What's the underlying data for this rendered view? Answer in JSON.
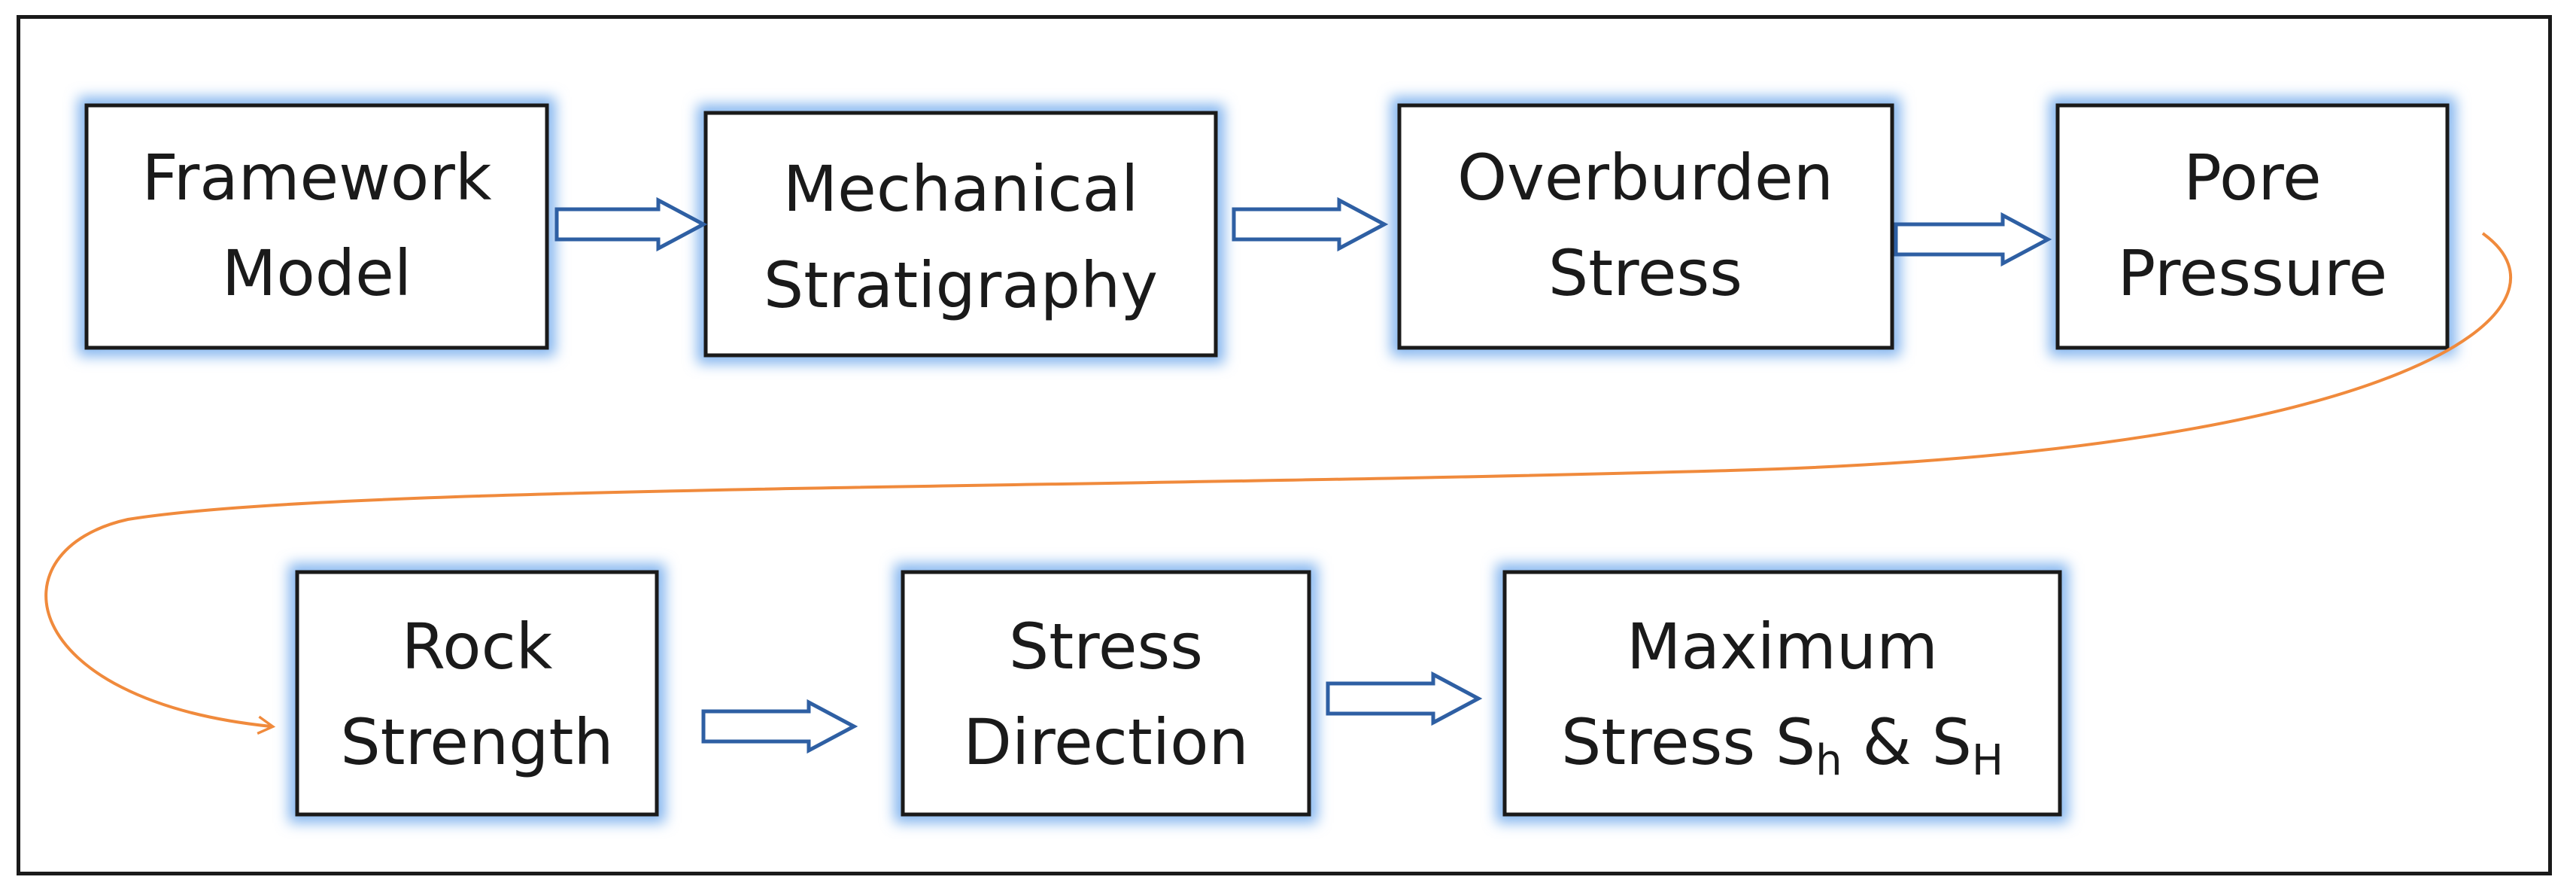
{
  "diagram": {
    "nodes": [
      {
        "id": "framework-model",
        "lines": [
          "Framework",
          "Model"
        ]
      },
      {
        "id": "mechanical-stratigraphy",
        "lines": [
          "Mechanical",
          "Stratigraphy"
        ]
      },
      {
        "id": "overburden-stress",
        "lines": [
          "Overburden",
          "Stress"
        ]
      },
      {
        "id": "pore-pressure",
        "lines": [
          "Pore",
          "Pressure"
        ]
      },
      {
        "id": "rock-strength",
        "lines": [
          "Rock",
          "Strength"
        ]
      },
      {
        "id": "stress-direction",
        "lines": [
          "Stress",
          "Direction"
        ]
      },
      {
        "id": "maximum-stress",
        "lines": [
          "Maximum",
          "Stress S"
        ],
        "suffix": {
          "sub1": "h",
          "mid": " & S",
          "sub2": "H"
        }
      }
    ],
    "edges": [
      {
        "from": "framework-model",
        "to": "mechanical-stratigraphy"
      },
      {
        "from": "mechanical-stratigraphy",
        "to": "overburden-stress"
      },
      {
        "from": "overburden-stress",
        "to": "pore-pressure"
      },
      {
        "from": "pore-pressure",
        "to": "rock-strength"
      },
      {
        "from": "rock-strength",
        "to": "stress-direction"
      },
      {
        "from": "stress-direction",
        "to": "maximum-stress"
      }
    ],
    "colors": {
      "box_border": "#1a1a1a",
      "box_glow": "#7fb2ee",
      "arrow_outline": "#2e5fa3",
      "connector": "#f08a3c"
    }
  }
}
